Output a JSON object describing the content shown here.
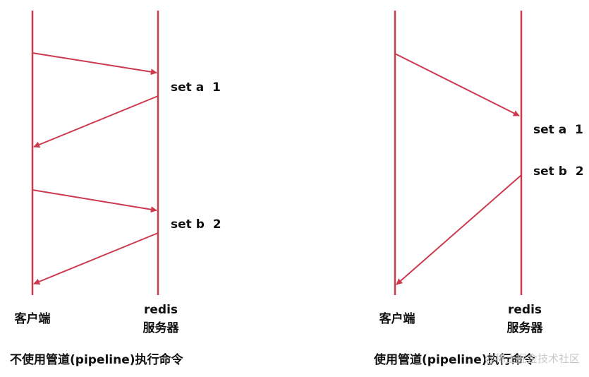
{
  "colors": {
    "line": "#cc3a4e",
    "text": "#111111",
    "watermark": "#c8c8c8"
  },
  "left": {
    "client_label": "客户端",
    "server_label_1": "redis",
    "server_label_2": "服务器",
    "cmd_1": "set a  1",
    "cmd_2": "set b  2",
    "caption": "不使用管道(pipeline)执行命令"
  },
  "right": {
    "client_label": "客户端",
    "server_label_1": "redis",
    "server_label_2": "服务器",
    "cmd_1": "set a  1",
    "cmd_2": "set b  2",
    "caption": "使用管道(pipeline)执行命令"
  },
  "watermark": "@稀土掘金技术社区"
}
